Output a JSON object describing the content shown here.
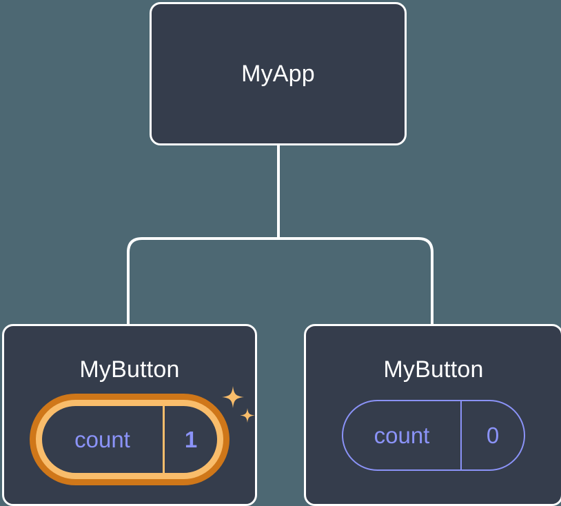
{
  "diagram": {
    "type": "react-component-tree",
    "background_color": "#4d6873",
    "node_fill_color": "#353d4c",
    "node_border_color": "#ffffff",
    "connector_color": "#ffffff",
    "state_color": "#8b93f8",
    "highlight_color": "#f9bd6b",
    "highlight_ring_color": "#cf7719"
  },
  "root": {
    "title": "MyApp"
  },
  "children": [
    {
      "title": "MyButton",
      "state": {
        "key": "count",
        "value": "1"
      },
      "highlighted": true,
      "sparkles": true
    },
    {
      "title": "MyButton",
      "state": {
        "key": "count",
        "value": "0"
      },
      "highlighted": false,
      "sparkles": false
    }
  ]
}
